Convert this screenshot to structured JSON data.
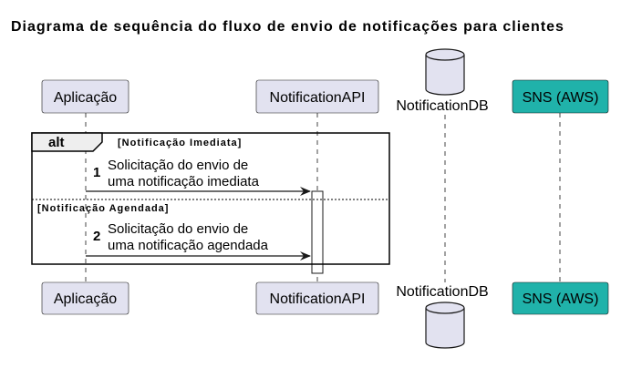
{
  "title": "Diagrama de sequência do fluxo de envio de notificações para clientes",
  "participants": {
    "app": {
      "label": "Aplicação",
      "fill": "#E2E2F0"
    },
    "api": {
      "label": "NotificationAPI",
      "fill": "#E2E2F0"
    },
    "db": {
      "label": "NotificationDB",
      "fill": "#E2E2F0"
    },
    "sns": {
      "label": "SNS (AWS)",
      "fill": "#20B2AA"
    }
  },
  "fragment": {
    "operator": "alt",
    "guard_1": "[Notificação Imediata]",
    "guard_2": "[Notificação Agendada]"
  },
  "messages": [
    {
      "number": "1",
      "line_1": "Solicitação do envio de",
      "line_2": "uma notificação imediata"
    },
    {
      "number": "2",
      "line_1": "Solicitação do envio de",
      "line_2": "uma notificação agendada"
    }
  ]
}
